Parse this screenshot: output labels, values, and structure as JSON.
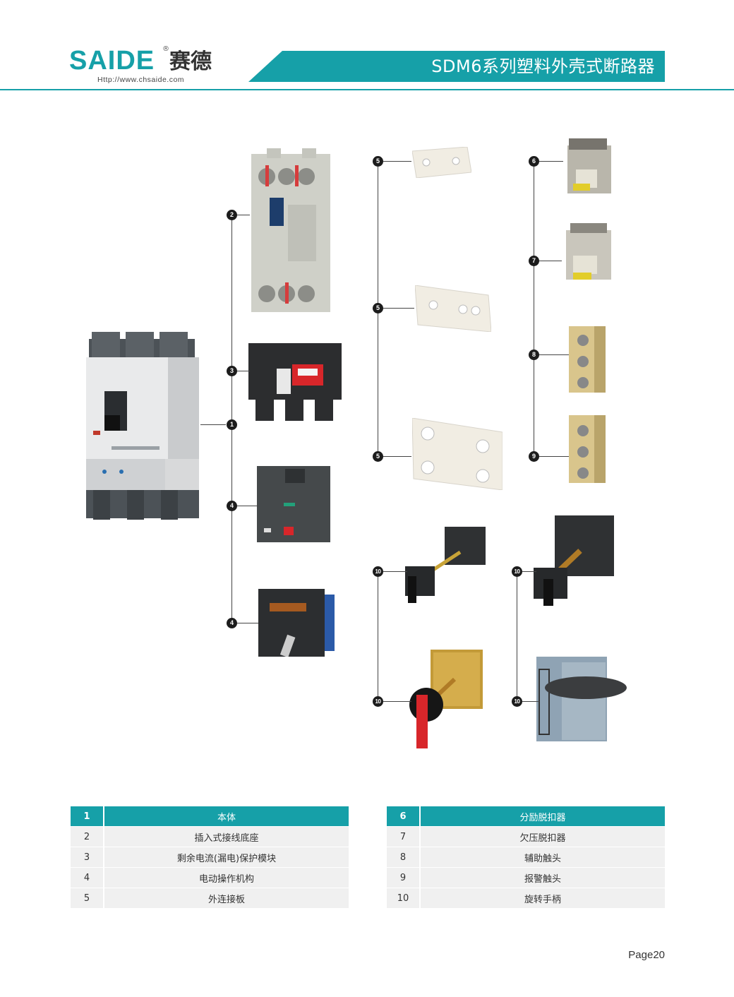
{
  "header": {
    "logo_text": "SAIDE",
    "logo_registered": "®",
    "logo_chinese": "赛德",
    "website": "Http://www.chsaide.com",
    "title": "SDM6系列塑料外壳式断路器",
    "accent_color": "#16a0a8"
  },
  "callouts": {
    "c1": "1",
    "c2": "2",
    "c3": "3",
    "c4a": "4",
    "c4b": "4",
    "c5a": "5",
    "c5b": "5",
    "c5c": "5",
    "c6": "6",
    "c7": "7",
    "c8": "8",
    "c9": "9",
    "c10a": "10",
    "c10b": "10",
    "c10c": "10",
    "c10d": "10"
  },
  "table_left": [
    {
      "num": "1",
      "name": "本体"
    },
    {
      "num": "2",
      "name": "插入式接线底座"
    },
    {
      "num": "3",
      "name": "剩余电流(漏电)保护模块"
    },
    {
      "num": "4",
      "name": "电动操作机构"
    },
    {
      "num": "5",
      "name": "外连接板"
    }
  ],
  "table_right": [
    {
      "num": "6",
      "name": "分励脱扣器"
    },
    {
      "num": "7",
      "name": "欠压脱扣器"
    },
    {
      "num": "8",
      "name": "辅助触头"
    },
    {
      "num": "9",
      "name": "报警触头"
    },
    {
      "num": "10",
      "name": "旋转手柄"
    }
  ],
  "page_label": "Page20"
}
